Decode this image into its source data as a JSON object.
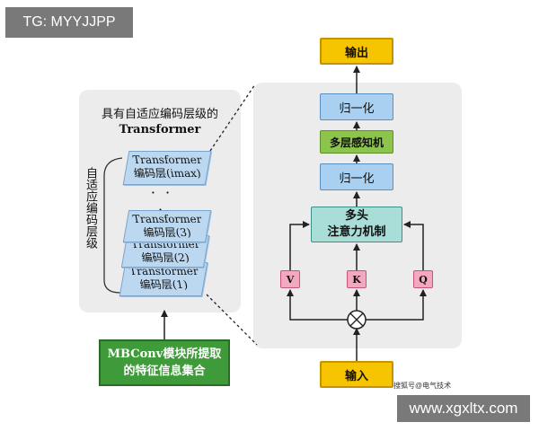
{
  "watermark_top": "TG: MYYJJPP",
  "watermark_bottom": "www.xgxltx.com",
  "source_note": "搜狐号@电气技术",
  "left_panel": {
    "title_line1": "具有自适应编码层级的",
    "title_line2": "Transformer",
    "vertical_label": "自适应编码层级",
    "ellipsis": "· · ·",
    "layers": [
      {
        "line1": "Transformer",
        "line2": "编码层(imax)"
      },
      {
        "line1": "Transformer",
        "line2": "编码层(3)"
      },
      {
        "line1": "Transformer",
        "line2": "编码层(2)"
      },
      {
        "line1": "Transformer",
        "line2": "编码层(1)"
      }
    ]
  },
  "mbconv": {
    "line1": "MBConv模块所提取",
    "line2": "的特征信息集合"
  },
  "right_panel": {
    "output": "输出",
    "norm_top": "归一化",
    "mlp": "多层感知机",
    "norm_bottom": "归一化",
    "attention_line1": "多头",
    "attention_line2": "注意力机制",
    "v": "V",
    "k": "K",
    "q": "Q",
    "input": "输入"
  },
  "colors": {
    "io_yellow": "#f7c400",
    "norm_blue": "#a9d0f0",
    "mlp_green": "#8cc44c",
    "attention_teal": "#a8ddd8",
    "vkq_pink": "#f3a8c0",
    "mbconv_green": "#3f9a3a",
    "layer_blue": "#bcd8f1"
  }
}
